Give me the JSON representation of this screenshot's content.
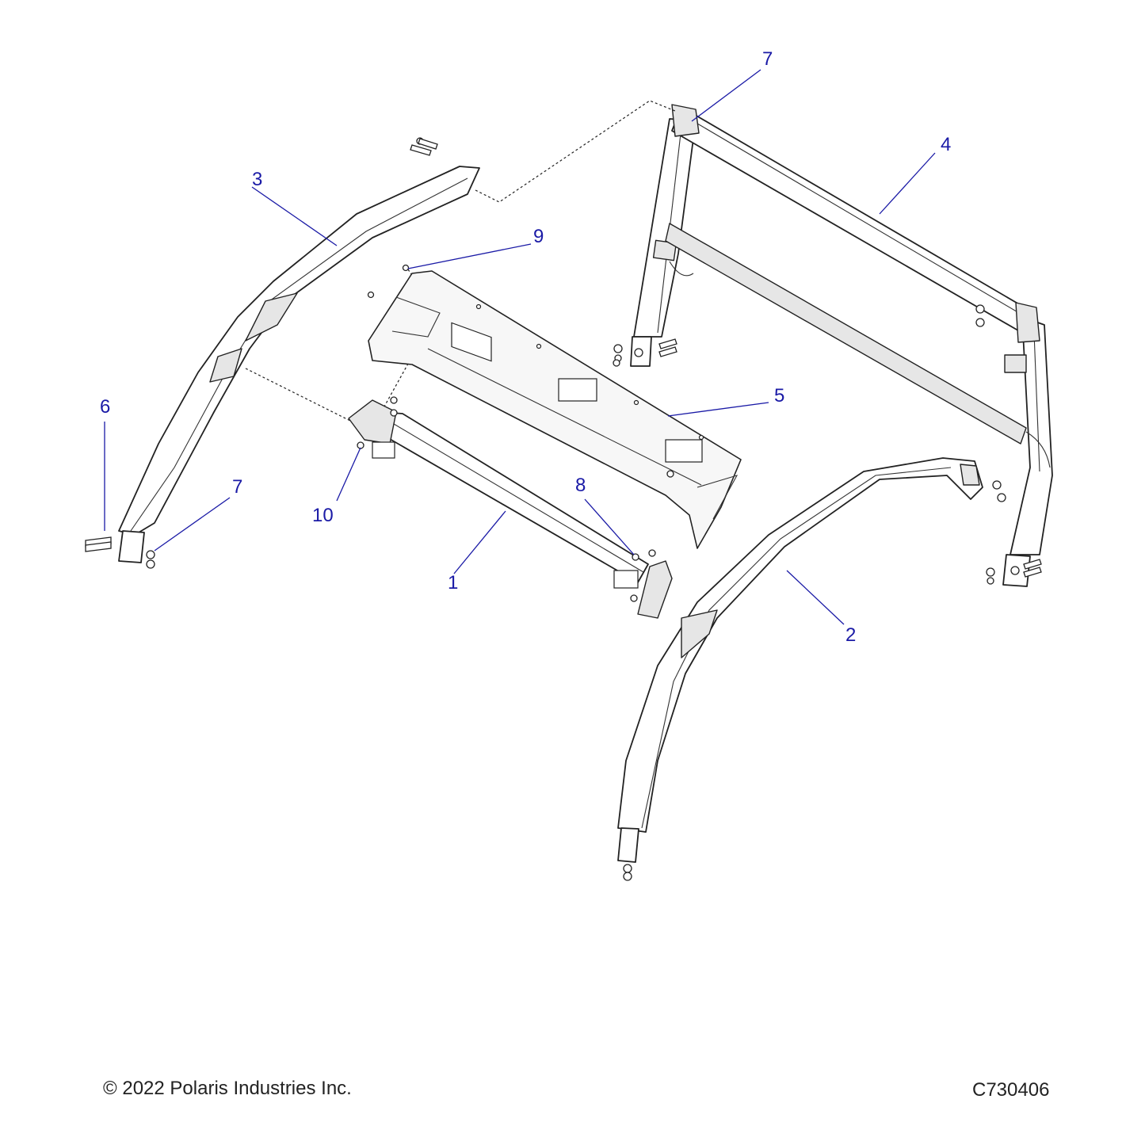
{
  "callouts": {
    "c1": "1",
    "c2": "2",
    "c3": "3",
    "c4": "4",
    "c5": "5",
    "c6": "6",
    "c7a": "7",
    "c7b": "7",
    "c8": "8",
    "c9": "9",
    "c10": "10"
  },
  "footer": {
    "copyright": "© 2022 Polaris Industries Inc.",
    "drawing_id": "C730406"
  },
  "colors": {
    "callout": "#1a1aa6",
    "linework": "#222222",
    "background": "#ffffff"
  }
}
